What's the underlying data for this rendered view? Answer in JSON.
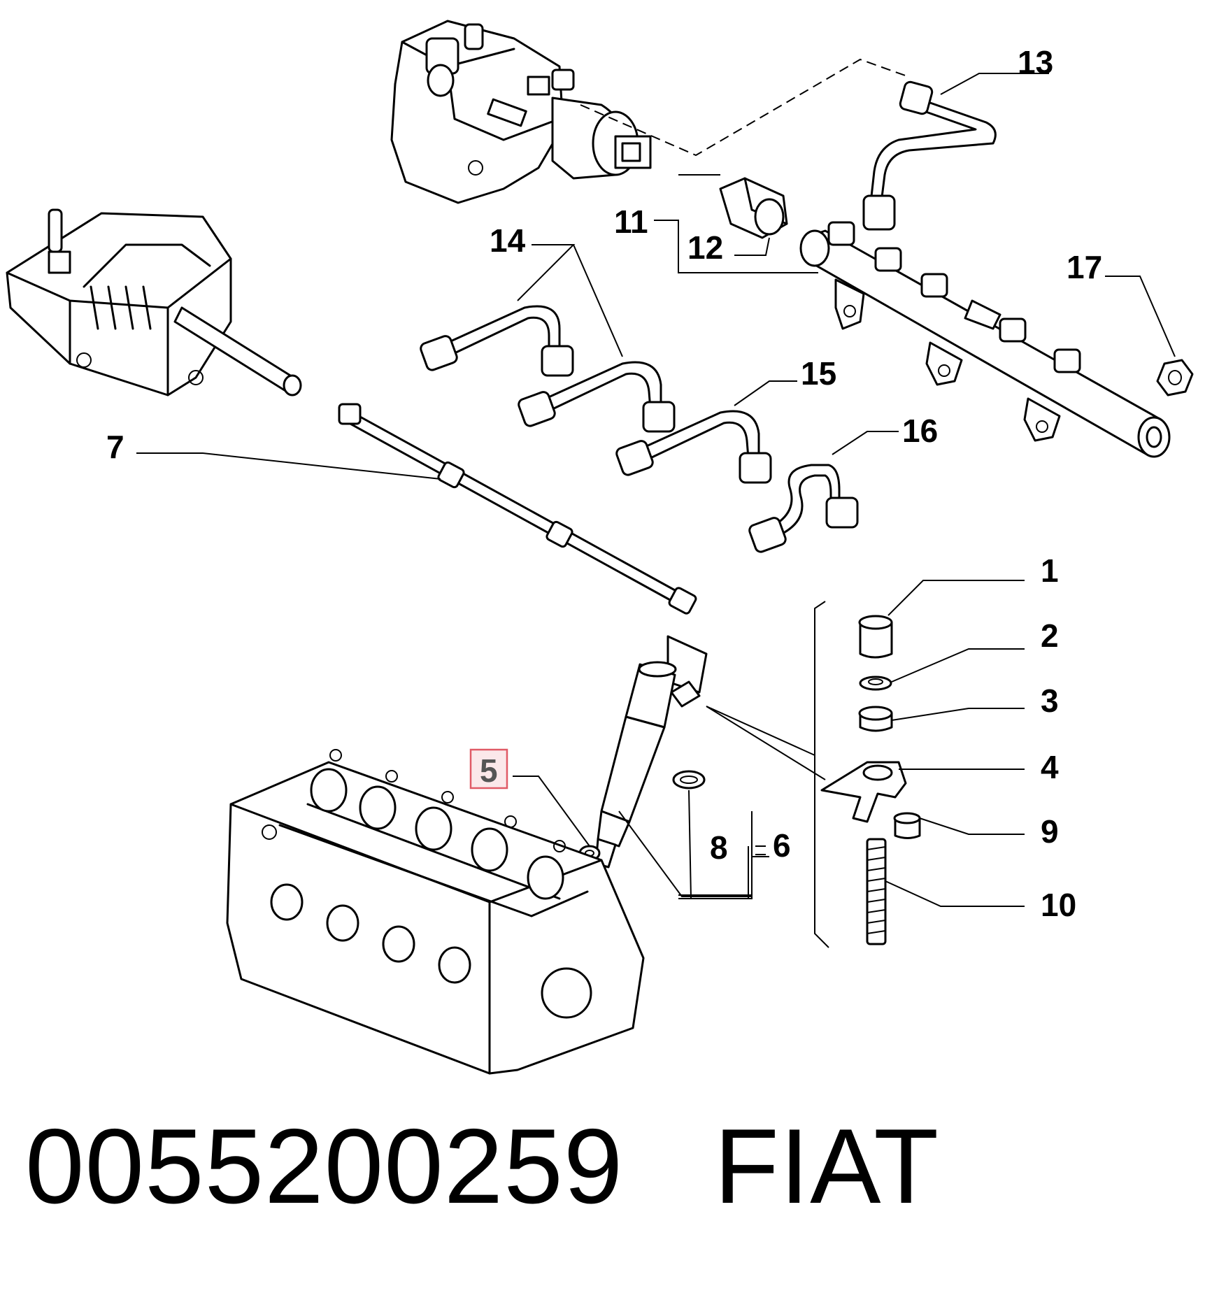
{
  "diagram": {
    "callouts": {
      "c1": "1",
      "c2": "2",
      "c3": "3",
      "c4": "4",
      "c5": "5",
      "c6": "6",
      "c7": "7",
      "c8": "8",
      "c9": "9",
      "c10": "10",
      "c11": "11",
      "c12": "12",
      "c13": "13",
      "c14": "14",
      "c15": "15",
      "c16": "16",
      "c17": "17"
    },
    "highlighted_callout": "5",
    "highlight_color": "#e05a66"
  },
  "footer": {
    "part_number": "0055200259",
    "brand": "FIAT"
  }
}
